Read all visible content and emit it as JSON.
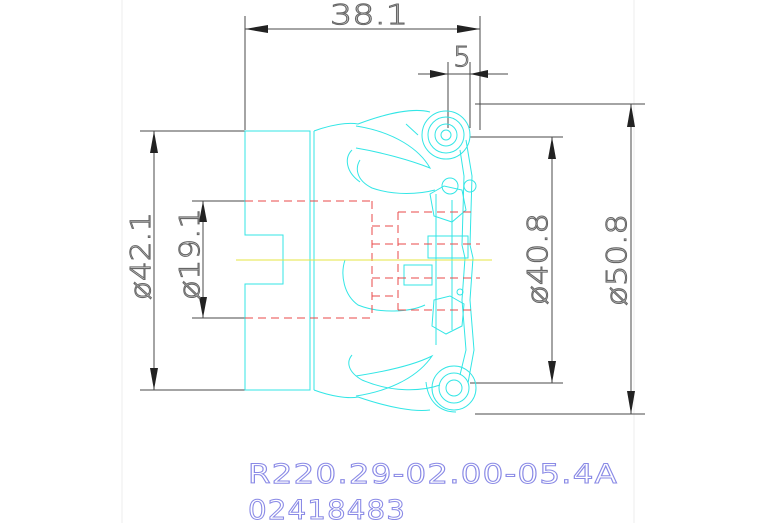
{
  "dimensions": {
    "length": "38.1",
    "offset": "5",
    "dia_42": "ø42.1",
    "dia_19": "ø19.1",
    "dia_40": "ø40.8",
    "dia_50": "ø50.8"
  },
  "part": {
    "number": "R220.29-02.00-05.4A",
    "code": "02418483"
  },
  "colors": {
    "outline": "#33e6e6",
    "hidden_lines": "#e84a4a",
    "center_line": "#e6e640",
    "dimension": "#4a4a4a",
    "label": "#8a8ae6"
  }
}
